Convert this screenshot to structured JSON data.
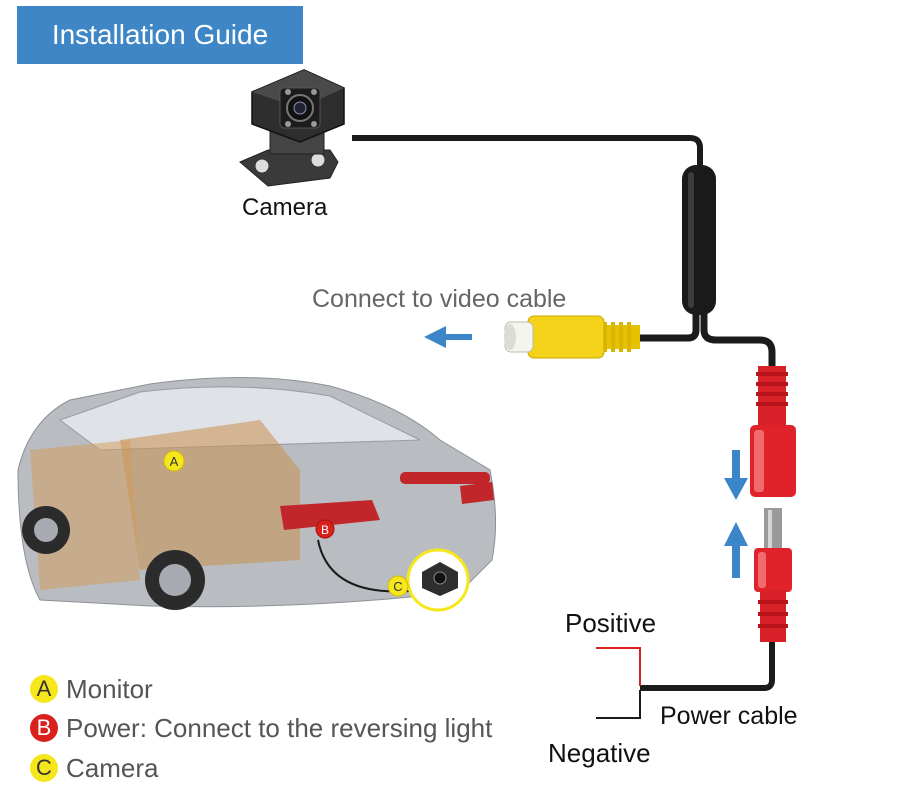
{
  "header": {
    "title": "Installation Guide"
  },
  "labels": {
    "camera": "Camera",
    "connect_video": "Connect  to video cable",
    "positive": "Positive",
    "negative": "Negative",
    "power_cable": "Power cable"
  },
  "car_markers": {
    "a": "A",
    "b": "B",
    "c": "C"
  },
  "legend": [
    {
      "key": "A",
      "text": "Monitor",
      "color": "#f6e71d",
      "key_color": "#333333"
    },
    {
      "key": "B",
      "text": "Power: Connect to the reversing light",
      "color": "#d8201c",
      "key_color": "#ffffff"
    },
    {
      "key": "C",
      "text": "Camera",
      "color": "#f6e71d",
      "key_color": "#333333"
    }
  ],
  "colors": {
    "header_bg": "#3f86c6",
    "rca_yellow": "#f4d21a",
    "connector_red": "#e0232b",
    "arrow_blue": "#3a86c8",
    "cable_black": "#1b1b1b"
  }
}
